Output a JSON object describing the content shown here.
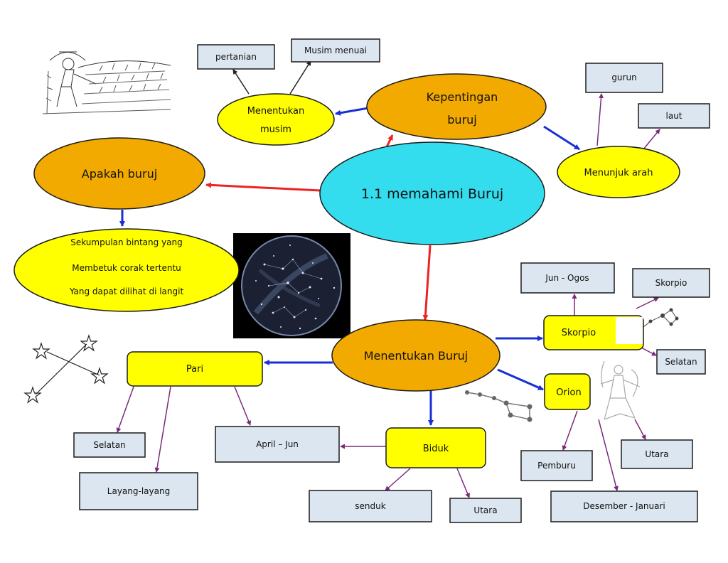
{
  "central": {
    "label": "1.1 memahami  Buruj"
  },
  "apakah": {
    "label": "Apakah buruj",
    "definition_lines": [
      "Sekumpulan bintang yang",
      "Membetuk corak tertentu",
      "Yang dapat dilihat di langit"
    ]
  },
  "kepentingan": {
    "label_lines": [
      "Kepentingan",
      "buruj"
    ]
  },
  "menentukan_musim": {
    "label_lines": [
      "Menentukan",
      "musim"
    ],
    "children": [
      "pertanian",
      "Musim menuai"
    ]
  },
  "menunjuk_arah": {
    "label": "Menunjuk arah",
    "children": [
      "gurun",
      "laut"
    ]
  },
  "menentukan_buruj": {
    "label": "Menentukan Buruj"
  },
  "pari": {
    "label": "Pari",
    "children": [
      "Selatan",
      "Layang-layang",
      "April – Jun"
    ]
  },
  "biduk": {
    "label": "Biduk",
    "children": [
      "senduk",
      "Utara"
    ]
  },
  "skorpio": {
    "label": "Skorpio",
    "children": [
      "Jun - Ogos",
      "Skorpio",
      "Selatan"
    ]
  },
  "orion": {
    "label": "Orion",
    "children": [
      "Pemburu",
      "Utara",
      "Desember - Januari"
    ]
  },
  "colors": {
    "red_arrow": "#ee2222",
    "blue_arrow": "#1a2fd6",
    "purple_line": "#7a2a7a",
    "cyan": "#33ddee",
    "orange": "#f2a900",
    "yellow": "#ffff00",
    "box": "#dce6f0"
  },
  "icons": [
    "farmer-illustration",
    "star-sky-photo",
    "pari-constellation-icon",
    "biduk-constellation-icon",
    "skorpio-constellation-icon",
    "orion-figure-icon"
  ]
}
